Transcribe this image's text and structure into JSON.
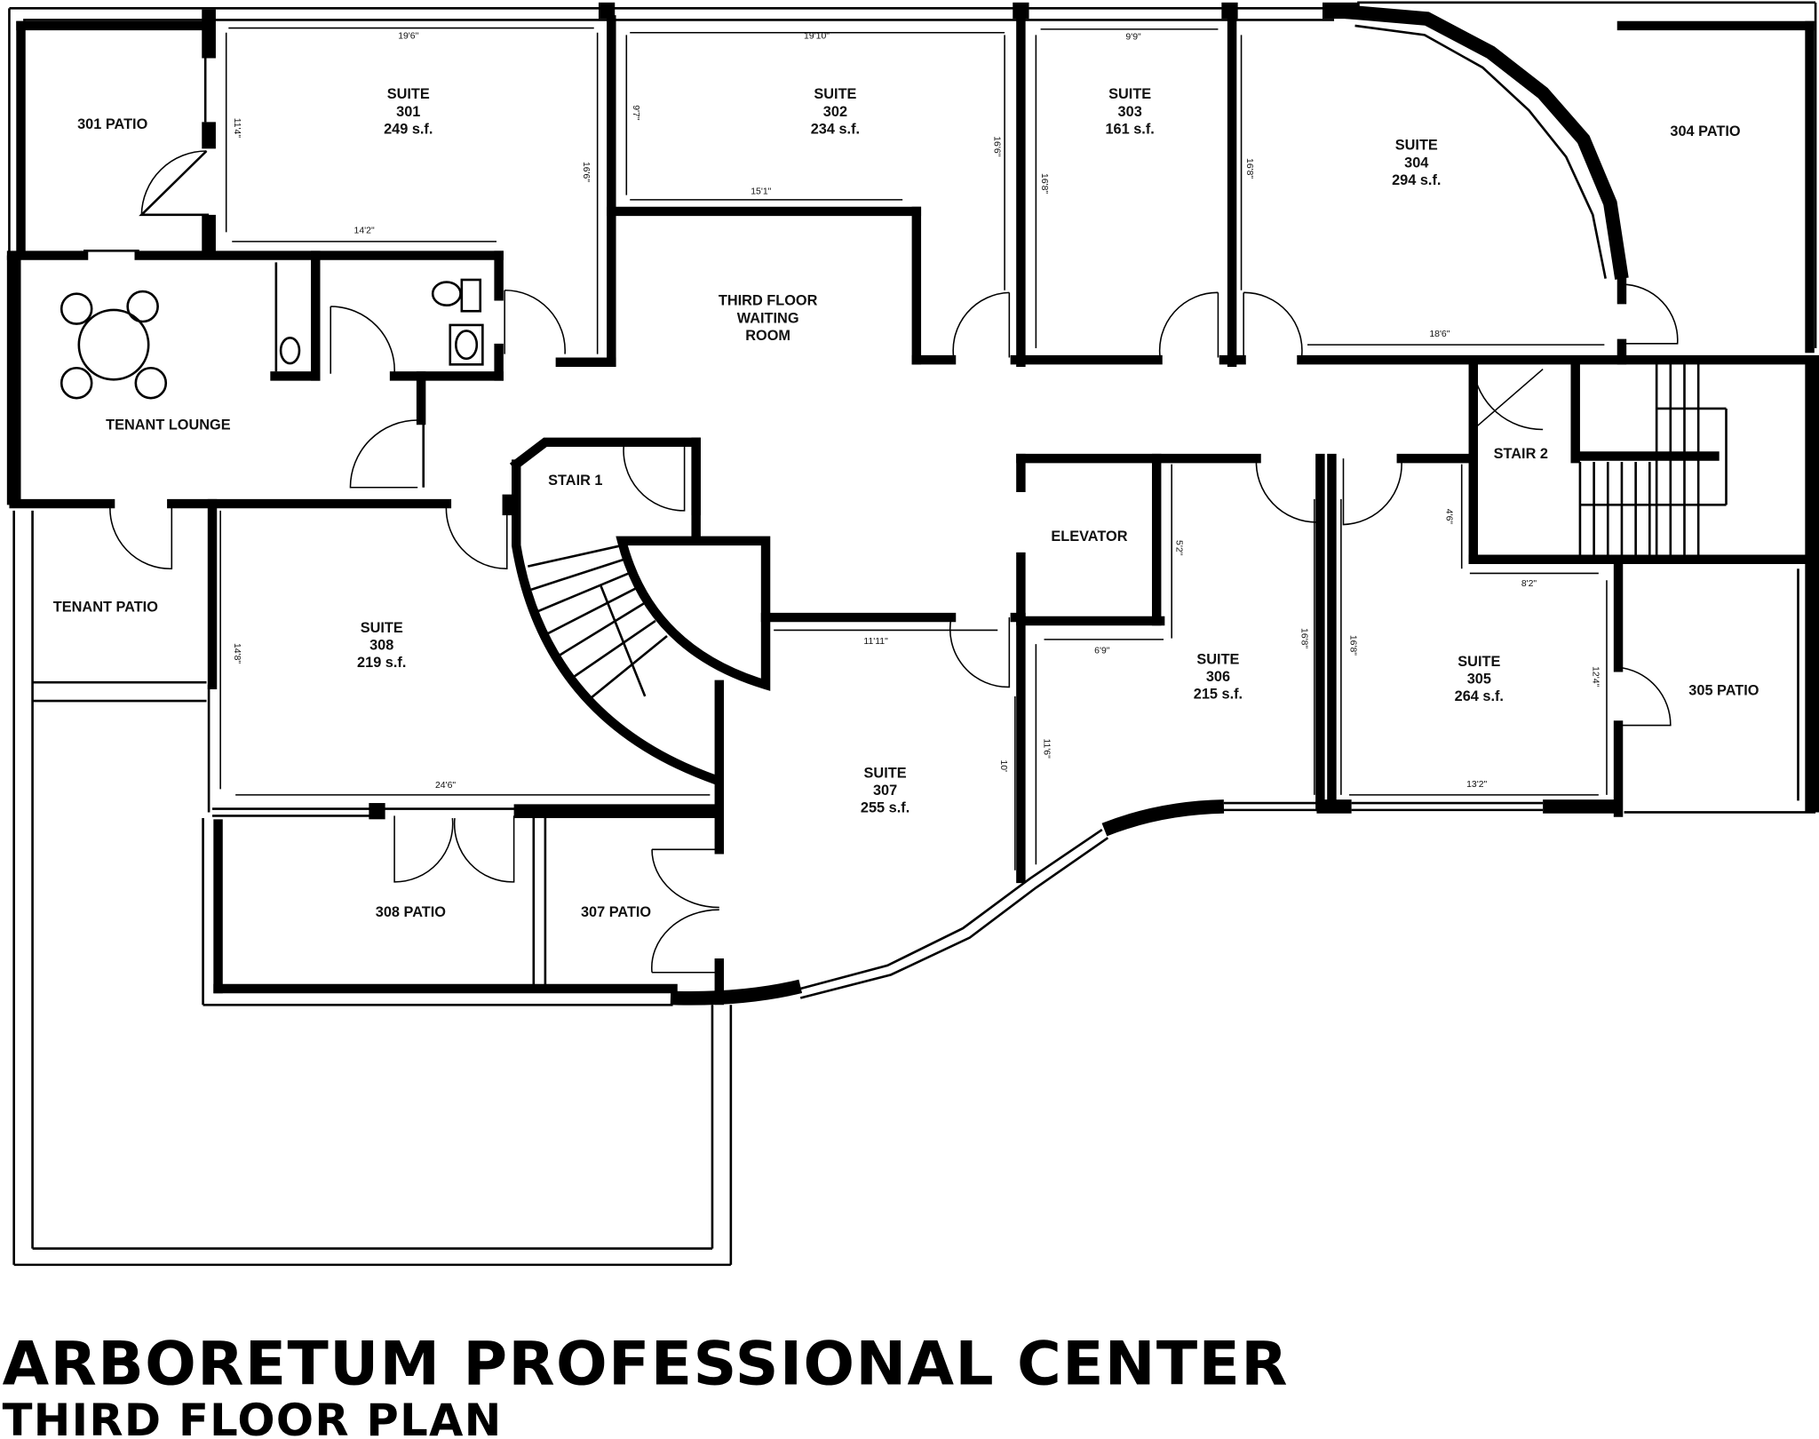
{
  "plan": {
    "title": "ARBORETUM PROFESSIONAL CENTER",
    "subtitle": "THIRD FLOOR PLAN"
  },
  "rooms": {
    "patio_301": "301 PATIO",
    "suite_301": {
      "label": "SUITE",
      "number": "301",
      "area": "249 s.f."
    },
    "suite_302": {
      "label": "SUITE",
      "number": "302",
      "area": "234 s.f."
    },
    "suite_303": {
      "label": "SUITE",
      "number": "303",
      "area": "161 s.f."
    },
    "suite_304": {
      "label": "SUITE",
      "number": "304",
      "area": "294 s.f."
    },
    "patio_304": "304 PATIO",
    "waiting": {
      "line1": "THIRD FLOOR",
      "line2": "WAITING",
      "line3": "ROOM"
    },
    "lounge": "TENANT LOUNGE",
    "stair1": "STAIR 1",
    "stair2": "STAIR 2",
    "elevator": "ELEVATOR",
    "tenant_patio": "TENANT PATIO",
    "suite_308": {
      "label": "SUITE",
      "number": "308",
      "area": "219 s.f."
    },
    "suite_306": {
      "label": "SUITE",
      "number": "306",
      "area": "215 s.f."
    },
    "suite_305": {
      "label": "SUITE",
      "number": "305",
      "area": "264 s.f."
    },
    "patio_305": "305 PATIO",
    "suite_307": {
      "label": "SUITE",
      "number": "307",
      "area": "255 s.f."
    },
    "patio_308": "308 PATIO",
    "patio_307": "307 PATIO"
  },
  "dimensions": {
    "s301_width_top": "19'6\"",
    "s301_height_left": "11'4\"",
    "s301_height_right": "16'6\"",
    "s301_width_bottom": "14'2\"",
    "s302_width_top": "19'10\"",
    "s302_height_left": "9'7\"",
    "s302_width_bottom": "15'1\"",
    "s302_height_right": "16'6\"",
    "s303_width": "9'9\"",
    "s303_height": "16'8\"",
    "s304_height": "16'8\"",
    "s304_width": "18'6\"",
    "s305_top_height": "4'6\"",
    "s305_top_width": "8'2\"",
    "s305_height_left": "16'8\"",
    "s305_height_right": "12'4\"",
    "s305_width": "13'2\"",
    "s306_top_height": "5'2\"",
    "s306_top_width": "6'9\"",
    "s306_height_right": "16'8\"",
    "s306_height_left": "11'6\"",
    "s307_height": "10'",
    "s307_width": "11'11\"",
    "s308_height": "14'8\"",
    "s308_width": "24'6\""
  }
}
